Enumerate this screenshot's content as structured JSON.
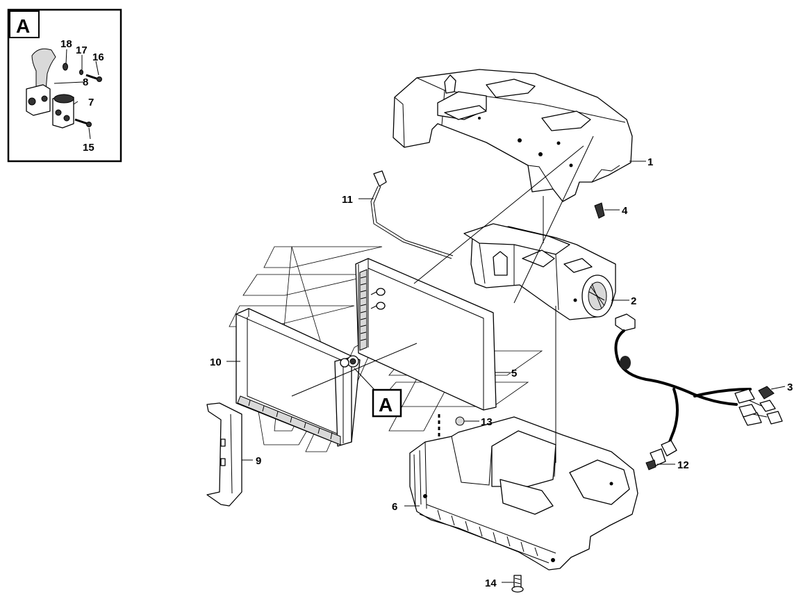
{
  "detail_view": {
    "label": "A"
  },
  "inset_labels": [
    {
      "id": "18",
      "text": "18"
    },
    {
      "id": "17",
      "text": "17"
    },
    {
      "id": "16",
      "text": "16"
    },
    {
      "id": "8",
      "text": "8"
    },
    {
      "id": "7",
      "text": "7"
    },
    {
      "id": "15",
      "text": "15"
    }
  ],
  "callouts": [
    {
      "id": "1",
      "text": "1"
    },
    {
      "id": "2",
      "text": "2"
    },
    {
      "id": "3",
      "text": "3"
    },
    {
      "id": "4",
      "text": "4"
    },
    {
      "id": "5",
      "text": "5"
    },
    {
      "id": "6",
      "text": "6"
    },
    {
      "id": "9",
      "text": "9"
    },
    {
      "id": "10",
      "text": "10"
    },
    {
      "id": "11",
      "text": "11"
    },
    {
      "id": "12",
      "text": "12"
    },
    {
      "id": "13",
      "text": "13"
    },
    {
      "id": "14",
      "text": "14"
    }
  ],
  "reference_marker": {
    "label": "A"
  }
}
